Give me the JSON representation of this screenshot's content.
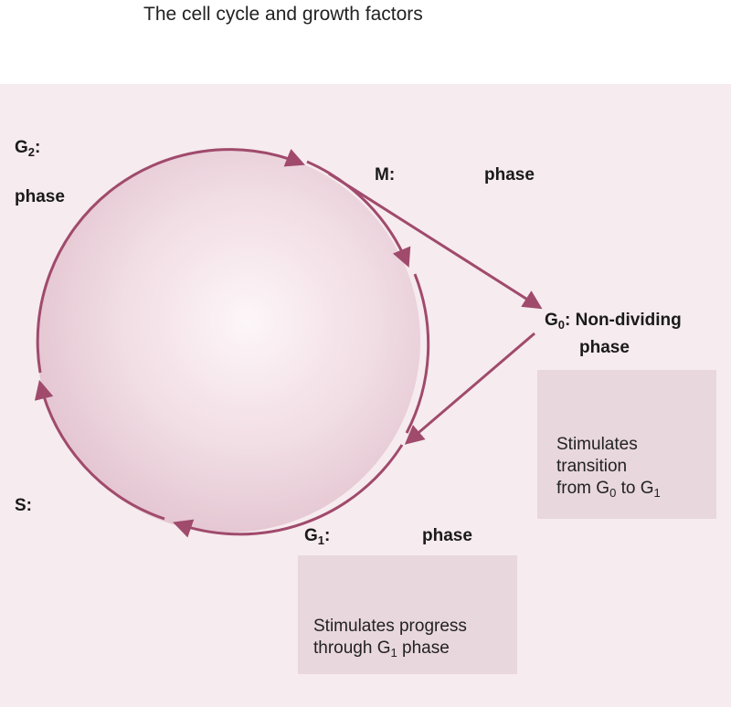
{
  "title": "The cell cycle and growth factors",
  "labels": {
    "g2": {
      "letter": "G",
      "sub": "2",
      "suffix": ":",
      "line2": "phase"
    },
    "m": {
      "name": "M:",
      "phase": "phase"
    },
    "g0": {
      "letter": "G",
      "sub": "0",
      "suffix": ": Non-dividing",
      "line2": "phase"
    },
    "s": {
      "name": "S:"
    },
    "g1": {
      "letter": "G",
      "sub": "1",
      "suffix": ":",
      "phase": "phase"
    }
  },
  "boxes": {
    "transition": {
      "line1": "Stimulates",
      "line2": "transition",
      "line3_prefix": "from G",
      "line3_sub_a": "0",
      "line3_mid": " to G",
      "line3_sub_b": "1"
    },
    "progress": {
      "line1": "Stimulates progress",
      "line2_prefix": "through G",
      "line2_sub": "1",
      "line2_suffix": " phase"
    }
  },
  "colors": {
    "arrow": "#a04a6c",
    "panel": "#f6ebee",
    "box": "#e8d7dc",
    "circle_center": "#fbf3f6",
    "circle_edge": "#e2c3cf"
  }
}
